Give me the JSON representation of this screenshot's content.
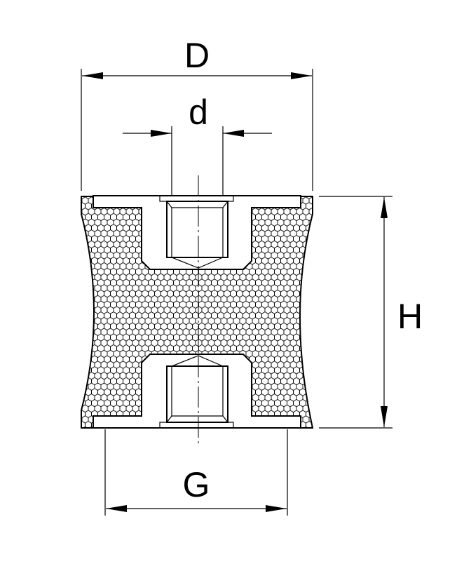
{
  "dimensions": {
    "outer_diameter": "D",
    "thread_diameter": "d",
    "height": "H",
    "base_diameter": "G"
  },
  "colors": {
    "line": "#000000",
    "background": "#ffffff"
  }
}
